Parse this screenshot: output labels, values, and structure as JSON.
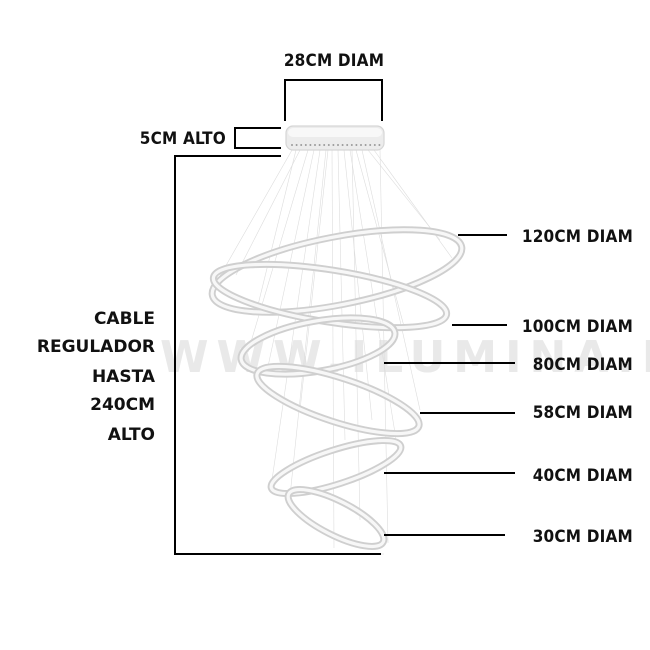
{
  "top_label": "28CM DIAM",
  "height_label": "5CM ALTO",
  "cable_label_lines": [
    "CABLE",
    "REGULADOR",
    "HASTA",
    "240CM",
    "ALTO"
  ],
  "watermark": "WWW.ILUMINA.BE",
  "rings": [
    {
      "label": "120CM DIAM",
      "diameter_cm": 120
    },
    {
      "label": "100CM DIAM",
      "diameter_cm": 100
    },
    {
      "label": "80CM DIAM",
      "diameter_cm": 80
    },
    {
      "label": "58CM DIAM",
      "diameter_cm": 58
    },
    {
      "label": "40CM DIAM",
      "diameter_cm": 40
    },
    {
      "label": "30CM DIAM",
      "diameter_cm": 30
    }
  ],
  "colors": {
    "ring": "#cfcfcf",
    "ring_highlight": "#f7f7f7",
    "canopy": "#eeeeee",
    "text": "#111111"
  }
}
